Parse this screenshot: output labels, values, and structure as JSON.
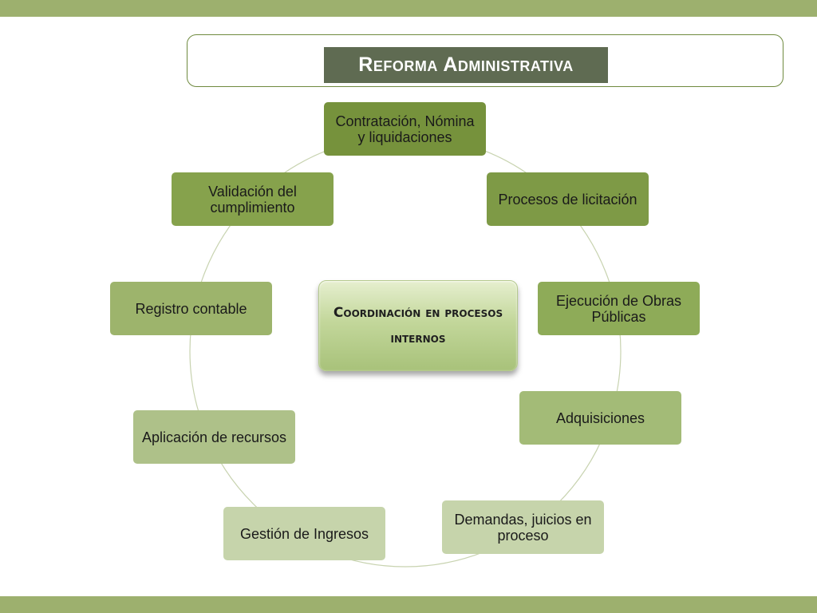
{
  "title": "Reforma Administrativa",
  "center": "Coordinación en procesos internos",
  "nodes": [
    {
      "label": "Contratación, Nómina y liquidaciones",
      "fill": "#76923c"
    },
    {
      "label": "Procesos de licitación",
      "fill": "#7e9a46"
    },
    {
      "label": "Ejecución de Obras Públicas",
      "fill": "#8eab58"
    },
    {
      "label": "Adquisiciones",
      "fill": "#a3bb77"
    },
    {
      "label": "Demandas, juicios en proceso",
      "fill": "#c6d4ab"
    },
    {
      "label": "Gestión de Ingresos",
      "fill": "#c6d4ab"
    },
    {
      "label": "Aplicación de recursos",
      "fill": "#aec189"
    },
    {
      "label": "Registro contable",
      "fill": "#9db46c"
    },
    {
      "label": "Validación del cumplimiento",
      "fill": "#86a24c"
    }
  ],
  "colors": {
    "band": "#9db06e",
    "title_box": "#5f6b52",
    "title_frame_border": "#6f8a3f",
    "ring": "#c8d3b0"
  }
}
